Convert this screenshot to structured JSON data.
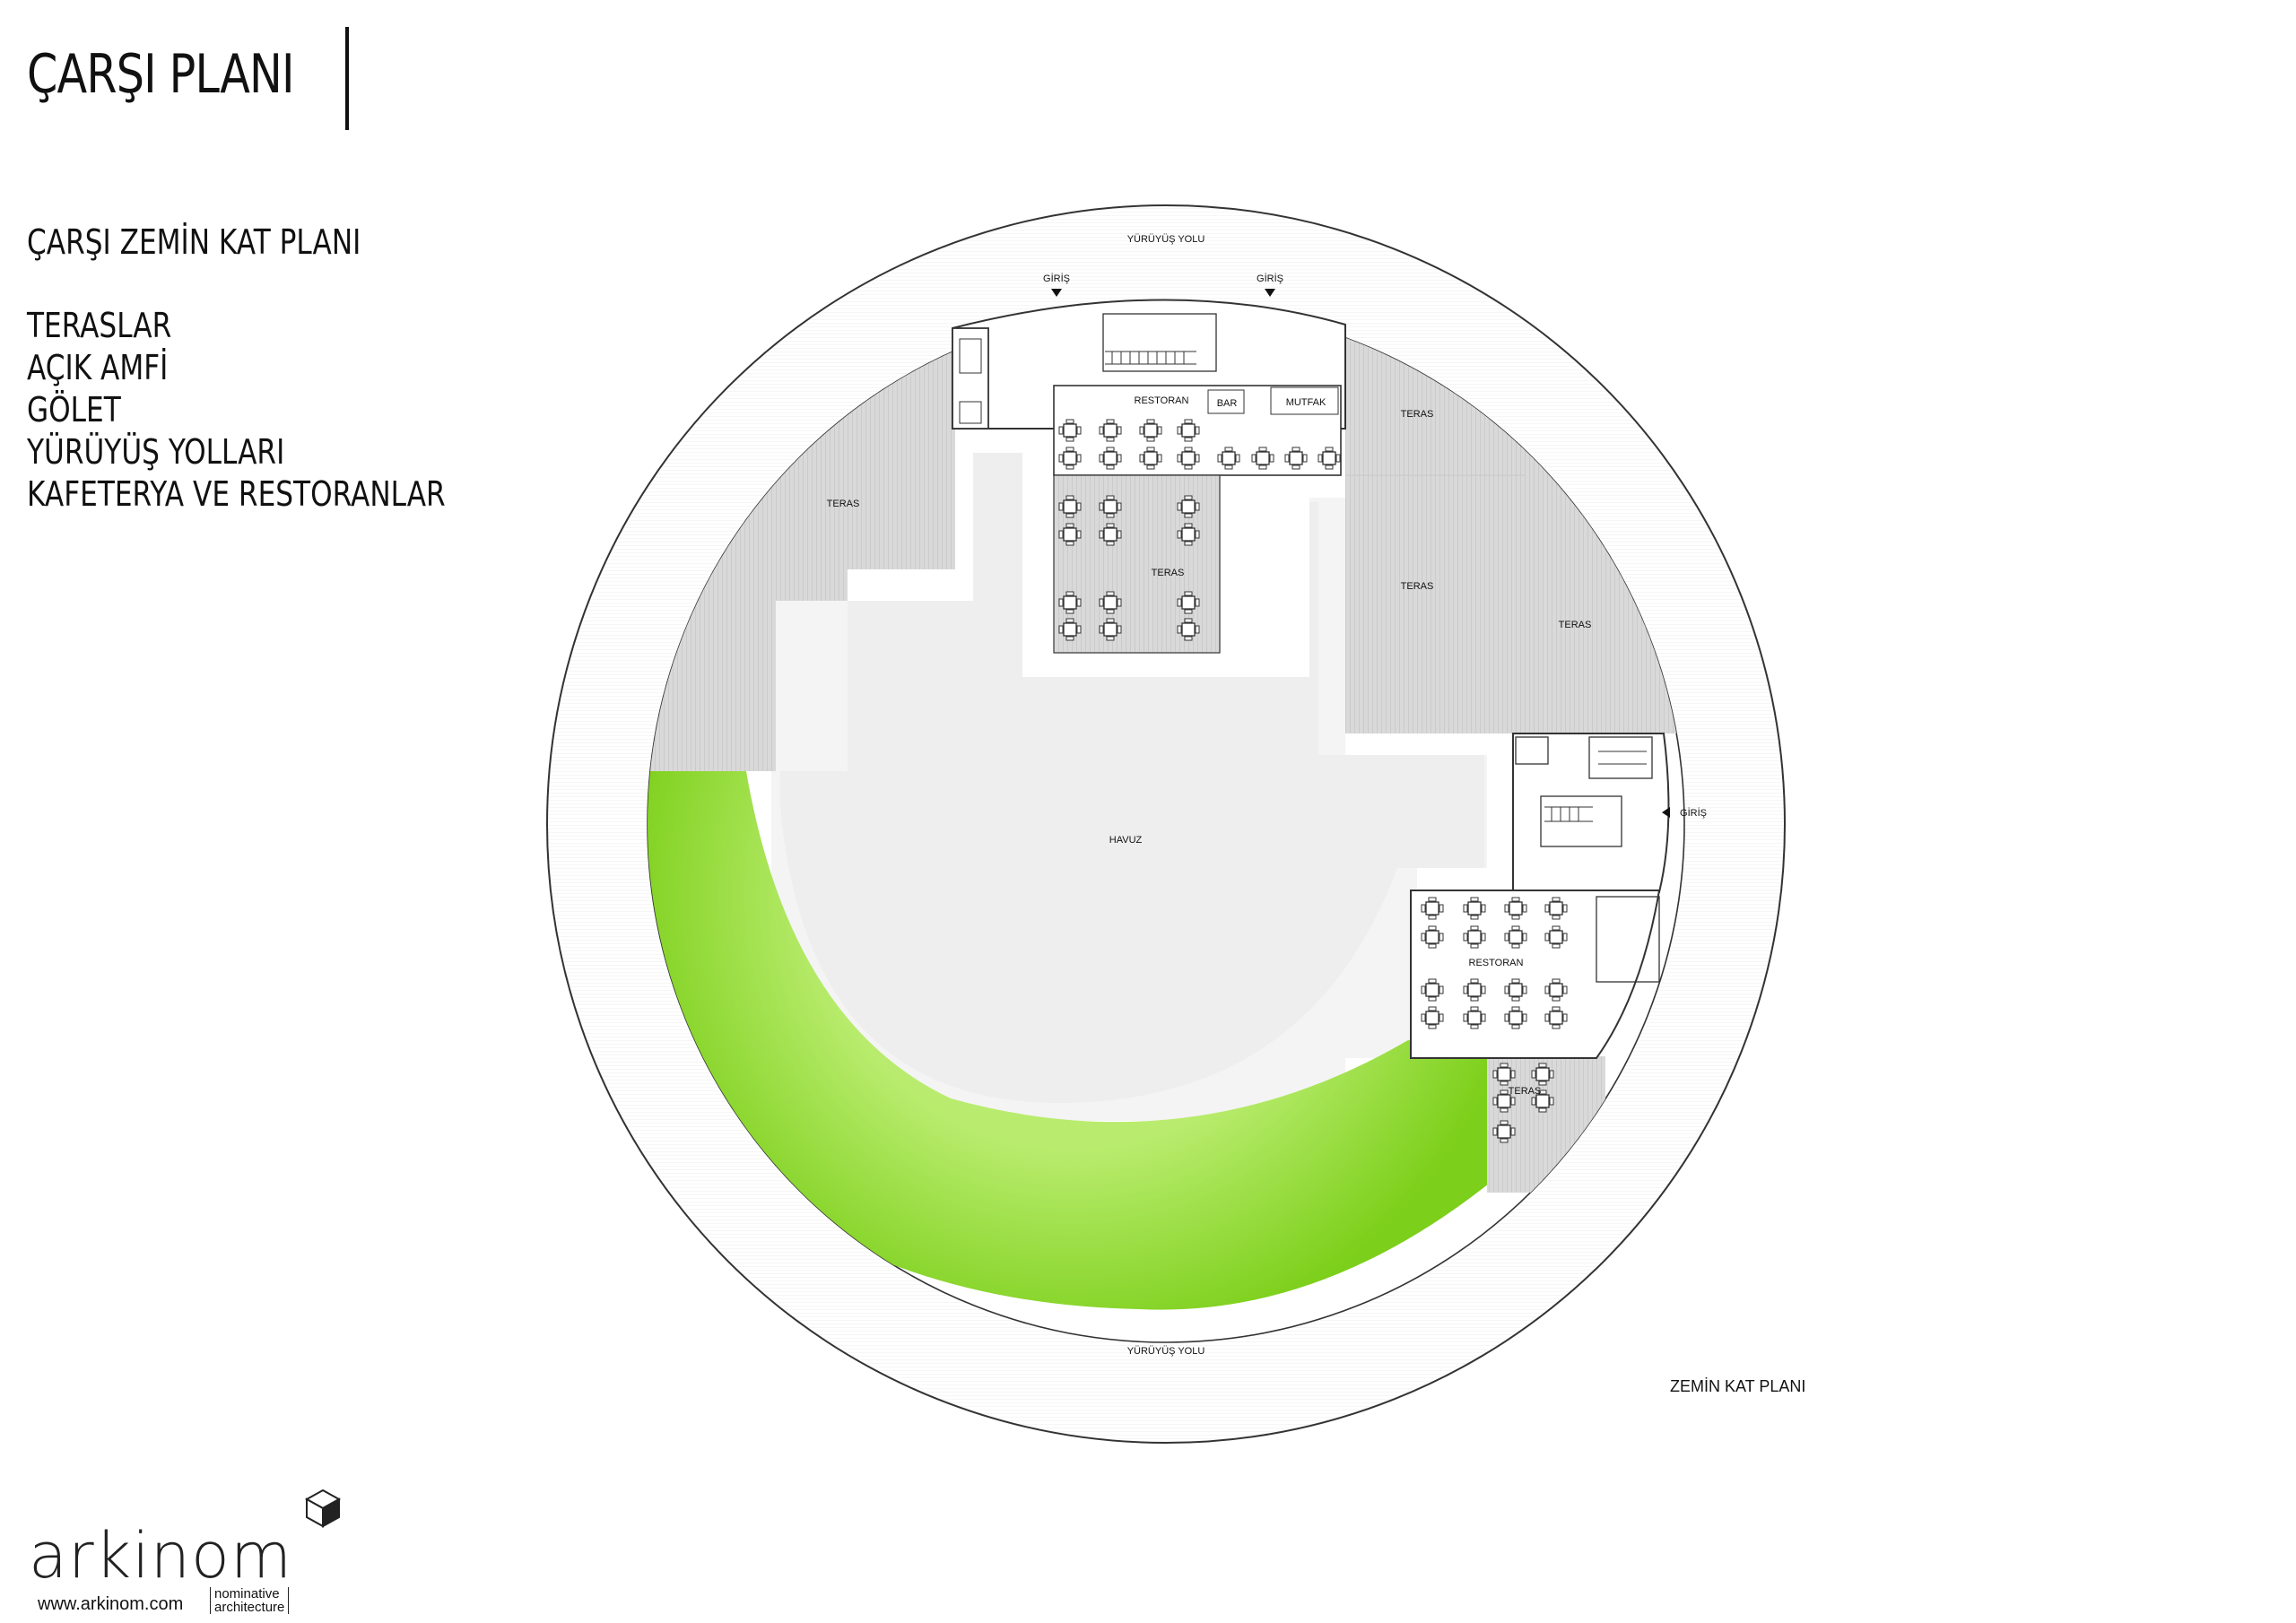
{
  "header": {
    "title": "ÇARŞI PLANI",
    "subtitle": "ÇARŞI ZEMİN KAT PLANI",
    "features": [
      "TERASLAR",
      "AÇIK AMFİ",
      "GÖLET",
      "YÜRÜYÜŞ YOLLARI",
      "KAFETERYA VE RESTORANLAR"
    ]
  },
  "plan": {
    "caption": "ZEMİN KAT PLANI",
    "labels": {
      "walkway_top": "YÜRÜYÜŞ YOLU",
      "walkway_bottom": "YÜRÜYÜŞ YOLU",
      "entrance_1": "GİRİŞ",
      "entrance_2": "GİRİŞ",
      "entrance_3": "GİRİŞ",
      "restoran_top": "RESTORAN",
      "bar": "BAR",
      "mutfak": "MUTFAK",
      "teras_west": "TERAS",
      "teras_center": "TERAS",
      "teras_ne_1": "TERAS",
      "teras_ne_2": "TERAS",
      "teras_ne_3": "TERAS",
      "teras_se": "TERAS",
      "havuz": "HAVUZ",
      "restoran_east": "RESTORAN"
    },
    "colors": {
      "terrace": "#d6d6d6",
      "pool": "#eeeeee",
      "green_outer": "#7ccf1a",
      "green_inner": "#b9ec6e",
      "lines": "#333333"
    }
  },
  "brand": {
    "logo_text": "arkinom",
    "url": "www.arkinom.com",
    "tagline_1": "nominative",
    "tagline_2": "architecture"
  }
}
